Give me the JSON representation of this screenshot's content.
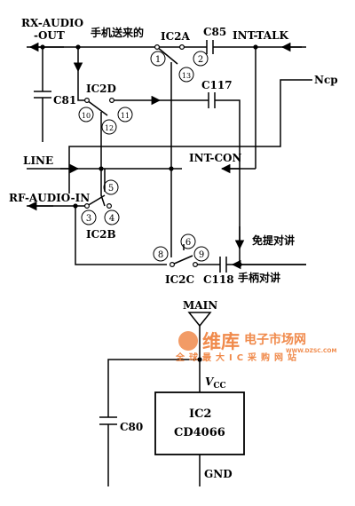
{
  "labels": {
    "rx_audio_1": "RX-AUDIO",
    "rx_audio_2": "-OUT",
    "from_handset": "手机送来的",
    "ic2a": "IC2A",
    "c85": "C85",
    "int_talk": "INT-TALK",
    "c81": "C81",
    "ic2d": "IC2D",
    "c117": "C117",
    "ncp": "Ncp",
    "line": "LINE",
    "int_con": "INT-CON",
    "rf_audio_in": "RF-AUDIO-IN",
    "ic2b": "IC2B",
    "handsfree": "免提对讲",
    "handset_talk": "手柄对讲",
    "ic2c": "IC2C",
    "c118": "C118",
    "main": "MAIN",
    "c80": "C80",
    "vcc": "V",
    "vcc_sub": "CC",
    "ic2": "IC2",
    "cd4066": "CD4066",
    "gnd": "GND"
  },
  "pins": {
    "p1": "1",
    "p2": "2",
    "p13": "13",
    "p10": "10",
    "p11": "11",
    "p12": "12",
    "p5": "5",
    "p3": "3",
    "p4": "4",
    "p6": "6",
    "p8": "8",
    "p9": "9"
  },
  "watermark": {
    "brand": "维库",
    "title": "电子市场网",
    "url": "WWW.DZSC.COM",
    "slogan": "全球最大IC采购网站"
  },
  "colors": {
    "ink": "#000000",
    "watermark": "#f08a4b"
  }
}
